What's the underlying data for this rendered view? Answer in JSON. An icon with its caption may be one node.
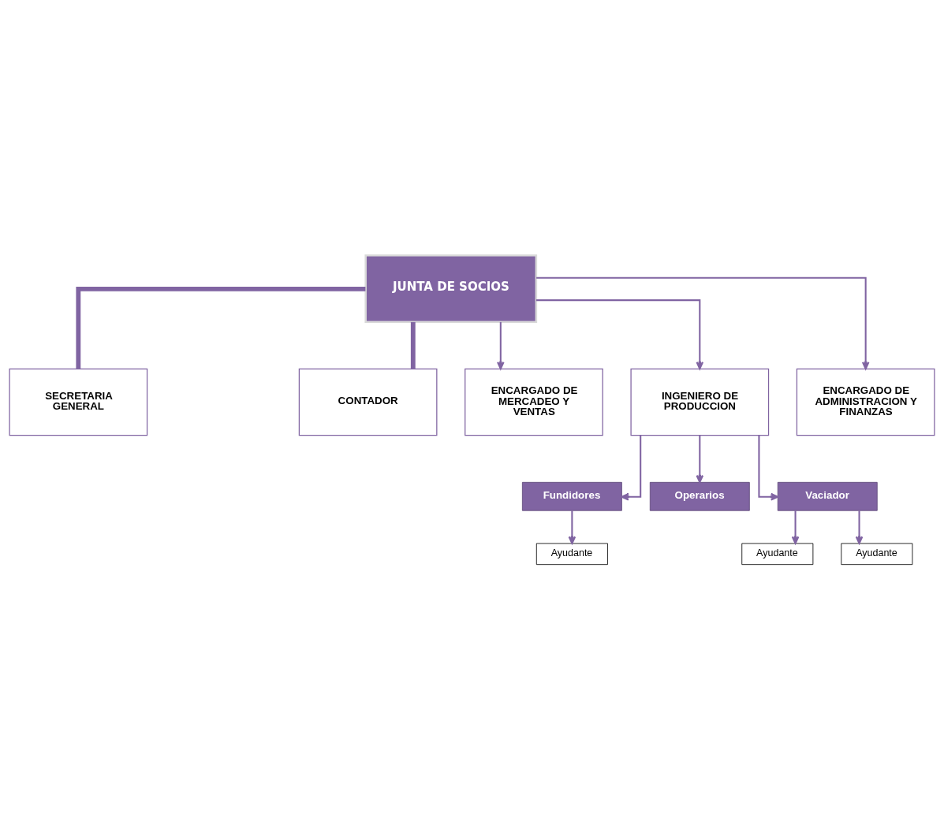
{
  "diagram": {
    "nodes": [
      {
        "text": [
          "JUNTA DE SOCIOS"
        ]
      },
      {
        "text": [
          "SECRETARIA GENERAL"
        ]
      },
      {
        "text": [
          "CONTADOR"
        ]
      },
      {
        "text": [
          "ENCARGADO DE MERCADEO Y VENTAS"
        ]
      },
      {
        "text": [
          "INGENIERO DE PRODUCCION"
        ]
      },
      {
        "text": [
          "ENCARGADO DE ADMINISTRACION Y FINANZAS"
        ]
      },
      {
        "text": [
          "Fundidores"
        ]
      },
      {
        "text": [
          "Operarios"
        ]
      },
      {
        "text": [
          "Vaciador"
        ]
      },
      {
        "text": [
          "Ayudante"
        ]
      },
      {
        "text": [
          "Ayudante"
        ]
      },
      {
        "text": [
          "Ayudante"
        ]
      }
    ],
    "edges": [
      {
        "from": 0,
        "to": 1,
        "arrow": "none",
        "style": "thick"
      },
      {
        "from": 0,
        "to": 2,
        "arrow": "none",
        "style": "thick"
      },
      {
        "from": 0,
        "to": 3,
        "arrow": "to"
      },
      {
        "from": 0,
        "to": 4,
        "arrow": "to"
      },
      {
        "from": 0,
        "to": 5,
        "arrow": "to"
      },
      {
        "from": 4,
        "to": 6,
        "arrow": "to"
      },
      {
        "from": 4,
        "to": 7,
        "arrow": "to"
      },
      {
        "from": 4,
        "to": 8,
        "arrow": "to"
      },
      {
        "from": 6,
        "to": 9,
        "arrow": "to"
      },
      {
        "from": 8,
        "to": 10,
        "arrow": "to"
      },
      {
        "from": 8,
        "to": 11,
        "arrow": "to"
      }
    ]
  }
}
